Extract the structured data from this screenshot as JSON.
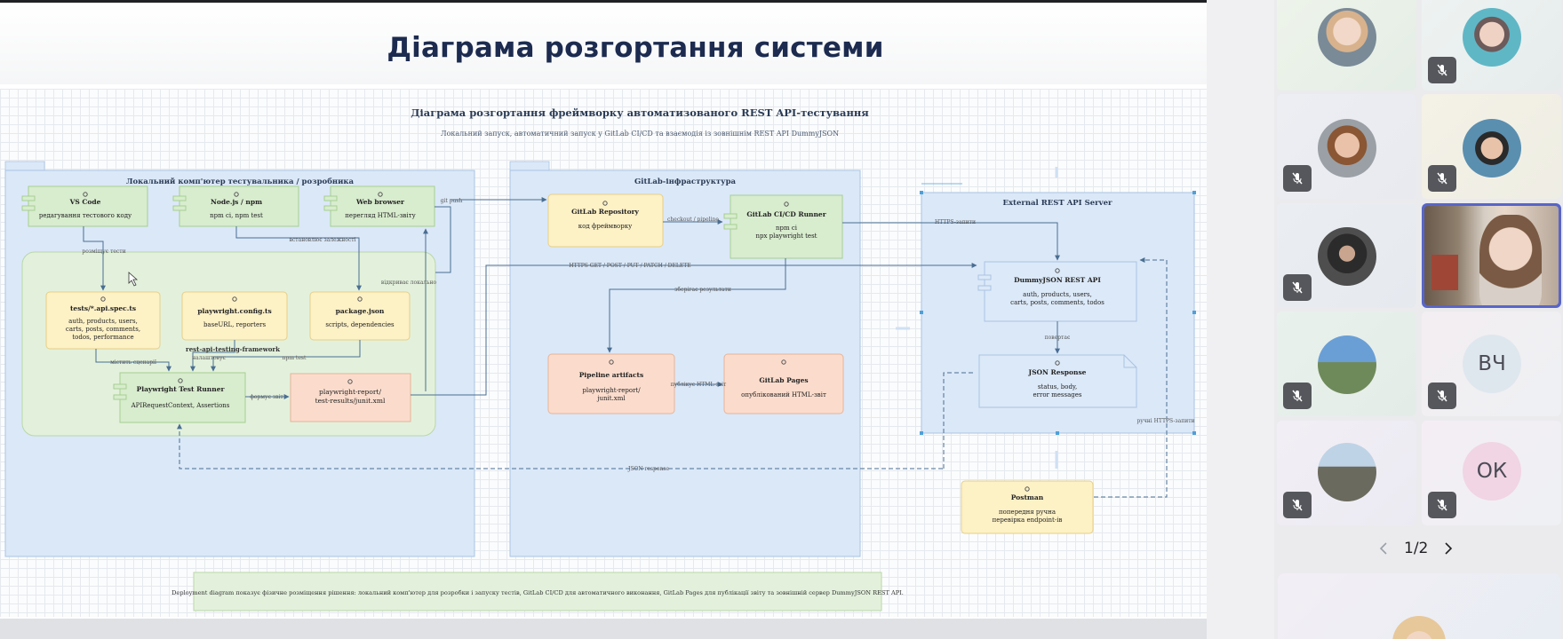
{
  "slide": {
    "title": "Діаграма розгортання системи"
  },
  "diagram": {
    "heading": "Діаграма розгортання фреймворку автоматизованого REST API-тестування",
    "subheading": "Локальний запуск, автоматичний запуск у GitLab CI/CD та взаємодія із зовнішнім REST API DummyJSON",
    "zones": {
      "local": "Локальний комп'ютер тестувальника / розробника",
      "gitlab": "GitLab-інфраструктура",
      "external": "External REST API Server"
    },
    "nodes": {
      "vscode": {
        "title": "VS Code",
        "sub": "редагування тестового коду"
      },
      "node": {
        "title": "Node.js / npm",
        "sub": "npm ci, npm test"
      },
      "browser": {
        "title": "Web browser",
        "sub": "перегляд HTML-звіту"
      },
      "tests": {
        "title": "tests/*.api.spec.ts",
        "l1": "auth, products, users,",
        "l2": "carts, posts, comments,",
        "l3": "todos, performance"
      },
      "config": {
        "title": "playwright.config.ts",
        "sub": "baseURL, reporters"
      },
      "pkg": {
        "title": "package.json",
        "sub": "scripts, dependencies"
      },
      "runner": {
        "title": "Playwright Test Runner",
        "sub": "APIRequestContext, Assertions"
      },
      "report": {
        "title": "playwright-report/",
        "sub": "test-results/junit.xml"
      },
      "repo": {
        "title": "GitLab Repository",
        "sub": "код фреймворку"
      },
      "cirunner": {
        "title": "GitLab CI/CD Runner",
        "l1": "npm ci",
        "l2": "npx playwright test"
      },
      "artifacts": {
        "title": "Pipeline artifacts",
        "l1": "playwright-report/",
        "l2": "junit.xml"
      },
      "pages": {
        "title": "GitLab Pages",
        "sub": "опублікований HTML-звіт"
      },
      "dummy": {
        "title": "DummyJSON REST API",
        "l1": "auth, products, users,",
        "l2": "carts, posts, comments, todos"
      },
      "json": {
        "title": "JSON Response",
        "l1": "status, body,",
        "l2": "error messages"
      },
      "postman": {
        "title": "Postman",
        "l1": "попередня ручна",
        "l2": "перевірка endpoint-ів"
      }
    },
    "edge_labels": {
      "pishe": "розміщує тести",
      "insert": "встановлює залежності",
      "gitpush": "git push",
      "checkout": "checkout / pipeline",
      "https1": "HTTPS-запити",
      "http_methods": "HTTPS GET / POST / PUT / PATCH / DELETE",
      "open": "відкриває локально",
      "save": "зберігає результати",
      "publish": "публікує HTML-звіт",
      "returns": "повертає",
      "exec": "містить сценарії",
      "rest_fw": "rest-api-testing-framework",
      "configure": "налаштовує",
      "npm": "npm test",
      "forms": "формує звіт",
      "manual": "ручні HTTPS-запити",
      "json_resp": "JSON response"
    },
    "caption": "Deployment diagram показує фізичне розміщення рішення: локальний комп'ютер для розробки і запуску тестів, GitLab CI/CD для автоматичного виконання, GitLab Pages для публікації звіту та зовнішній сервер DummyJSON REST API."
  },
  "participants": [
    {
      "id": "p1",
      "kind": "photo",
      "muted": false
    },
    {
      "id": "p2",
      "kind": "photo",
      "muted": true
    },
    {
      "id": "p3",
      "kind": "photo",
      "muted": true
    },
    {
      "id": "p4",
      "kind": "photo",
      "muted": true
    },
    {
      "id": "p5",
      "kind": "photo",
      "muted": true
    },
    {
      "id": "p6",
      "kind": "video",
      "muted": false,
      "speaking": true
    },
    {
      "id": "p7",
      "kind": "photo",
      "muted": true
    },
    {
      "id": "p8",
      "kind": "initials",
      "initials": "ВЧ",
      "muted": true
    },
    {
      "id": "p9",
      "kind": "photo",
      "muted": true
    },
    {
      "id": "p10",
      "kind": "initials",
      "initials": "ОК",
      "muted": true
    }
  ],
  "pager": {
    "label": "1/2"
  },
  "colors": {
    "zone_blue": "#dbe8f8",
    "inner_green": "#e3f1dc",
    "node_green": "#d8ecce",
    "node_yellow": "#fdf1c6",
    "node_peach": "#fbdccc",
    "node_blue": "#dce9f8",
    "active_speaker": "#5865c8"
  }
}
